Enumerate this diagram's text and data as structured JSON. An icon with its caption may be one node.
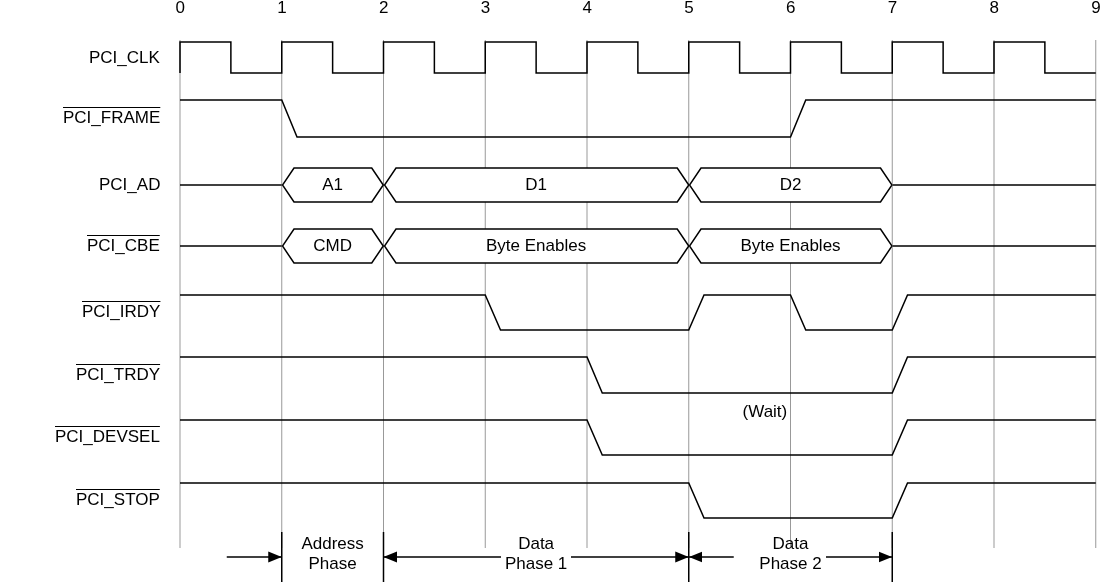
{
  "diagram": {
    "nodes": [
      {
        "text": [
          "A1"
        ]
      },
      {
        "text": [
          "D1"
        ]
      },
      {
        "text": [
          "D2"
        ]
      },
      {
        "text": [
          "CMD"
        ]
      },
      {
        "text": [
          "Byte Enables"
        ]
      },
      {
        "text": [
          "Byte Enables"
        ]
      }
    ],
    "labels": [
      "0",
      "1",
      "2",
      "3",
      "4",
      "5",
      "6",
      "7",
      "8",
      "9",
      "PCI_CLK",
      "PCI_FRAME",
      "PCI_AD",
      "PCI_CBE",
      "PCI_IRDY",
      "PCI_TRDY",
      "PCI_DEVSEL",
      "(Wait)",
      "PCI_STOP",
      "Address Phase",
      "Data Phase 1",
      "Data Phase 2"
    ]
  }
}
